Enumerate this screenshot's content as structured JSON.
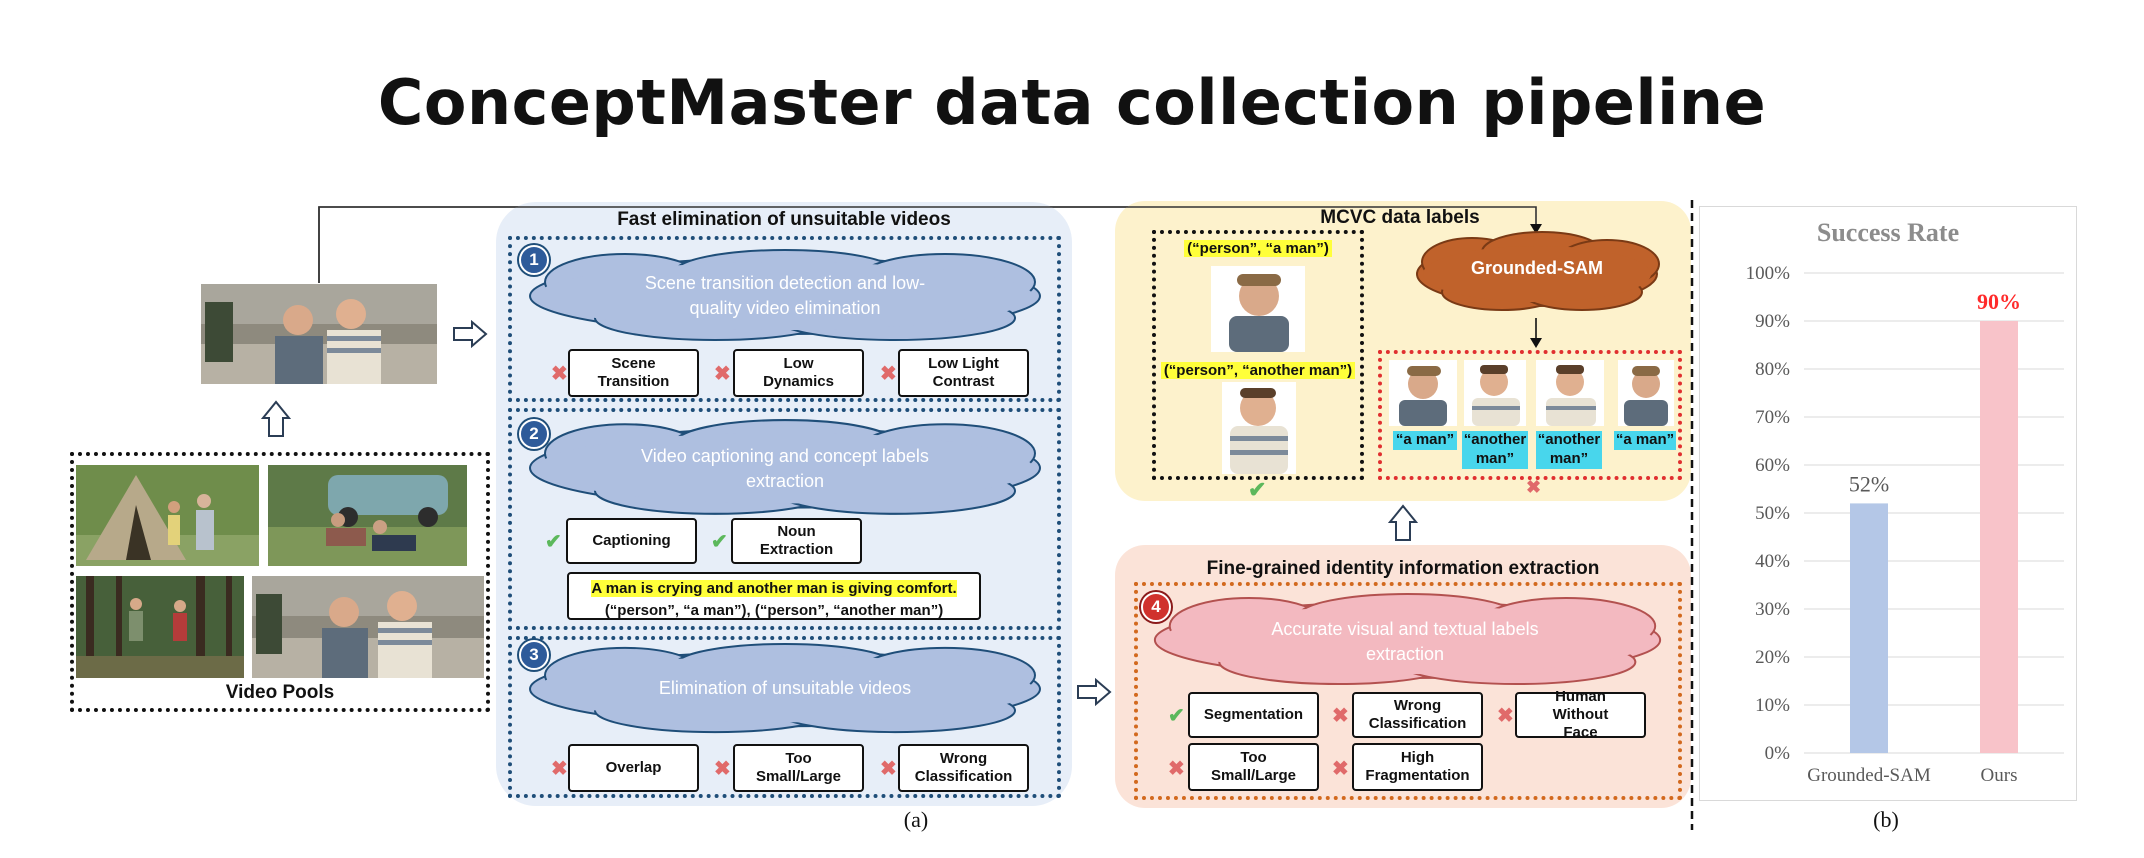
{
  "title": "ConceptMaster data collection pipeline",
  "video_pools": {
    "label": "Video Pools"
  },
  "fast_elimination": {
    "title": "Fast elimination of unsuitable videos",
    "step1": {
      "number": "1",
      "cloud_text": "Scene transition detection and low-quality video elimination",
      "tags": [
        "Scene Transition",
        "Low Dynamics",
        "Low Light Contrast"
      ]
    },
    "step2": {
      "number": "2",
      "cloud_text": "Video captioning and concept labels extraction",
      "tags": [
        "Captioning",
        "Noun Extraction"
      ],
      "caption_line1": "A man is crying and another man is giving comfort.",
      "caption_line2": "(“person”, “a man”), (“person”, “another man”)"
    },
    "step3": {
      "number": "3",
      "cloud_text": "Elimination of unsuitable videos",
      "tags": [
        "Overlap",
        "Too Small/Large",
        "Wrong Classification"
      ]
    }
  },
  "mcvc": {
    "title": "MCVC data labels",
    "label_a": "(“person”, “a man”)",
    "label_b": "(“person”, “another man”)",
    "grounded_sam": "Grounded-SAM",
    "crop_labels": [
      "“a man”",
      "“another man”",
      "“another man”",
      "“a man”"
    ]
  },
  "fine_grained": {
    "title": "Fine-grained identity information extraction",
    "number": "4",
    "cloud_text": "Accurate visual and textual labels extraction",
    "tags": [
      "Segmentation",
      "Wrong Classification",
      "Human Without Face",
      "Too Small/Large",
      "High Fragmentation"
    ]
  },
  "panel_labels": {
    "a": "(a)",
    "b": "(b)"
  },
  "colors": {
    "blue_panel": "#e7eef8",
    "yellow_panel": "#fdf2cc",
    "pink_panel": "#fbe3d8",
    "cloud_blue": "#aebfe0",
    "cloud_orange": "#c0622b",
    "cloud_pink": "#f3b9c0",
    "bar_blue": "#b4c7e7",
    "bar_pink": "#f8c3c9",
    "highlight_red": "#ff2a2a"
  },
  "chart_data": {
    "type": "bar",
    "title": "Success Rate",
    "categories": [
      "Grounded-SAM",
      "Ours"
    ],
    "values": [
      52,
      90
    ],
    "value_labels": [
      "52%",
      "90%"
    ],
    "ylim": [
      0,
      100
    ],
    "yticks": [
      "0%",
      "10%",
      "20%",
      "30%",
      "40%",
      "50%",
      "60%",
      "70%",
      "80%",
      "90%",
      "100%"
    ],
    "colors": [
      "#b4c7e7",
      "#f8c3c9"
    ],
    "grid": true
  }
}
